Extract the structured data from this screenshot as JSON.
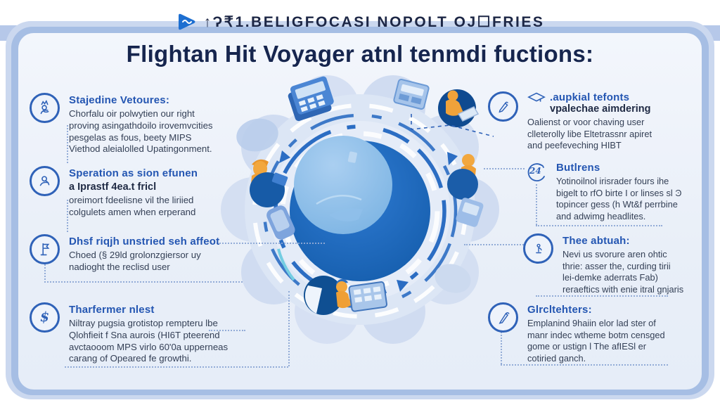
{
  "colors": {
    "accent_blue": "#2456b2",
    "navy_text": "#16254e",
    "panel_border": "#a6bee4",
    "band": "#b6c8e9",
    "dark_circle": "#1e68bd",
    "sphere": "#86bae6",
    "orange_figure": "#f0a23a",
    "icon_stroke": "#2f62b8"
  },
  "header": {
    "badge_icon": "play-icon",
    "text": "↑Ɂ₹1.BELIGFOCASI NOPOLT OJ☐FRIES"
  },
  "title": "Flightan Hit Voyager atnl tenmdi fuctions:",
  "left_items": [
    {
      "icon": "crown-person-icon",
      "title": "Stajedine Vetoures:",
      "body": "Chorfalu oir polwytien our right\nproving asingathdoilo irovemvcities\npesgelas as fous, beety MIPS\nViethod aleialolled Upatingonment."
    },
    {
      "icon": "person-doodle-icon",
      "title": "Speration as sion efunen",
      "subtitle": "a Iprastf 4ea.t fricl",
      "body": "oreimort fdeelisne vil the liriied\ncolgulets amen when erperand"
    },
    {
      "icon": "desk-figure-icon",
      "title": "Dhsf riqjh unstried seh affeot",
      "body": "Choed (§ 29ld grolonzgiersor uy\nnadioght the reclisd user"
    },
    {
      "icon": "dollar-icon",
      "glyph": "$",
      "title": "Tharfermer nlest",
      "body": "Niltray pugsia grotistop rempteru lbe\nQlohfieit f Sna aurois (HI6T pteerend\navctaooom MPS virlo 60'0a upperneas\ncarang of Opeared fe growthi."
    }
  ],
  "right_items": [
    {
      "icon": "pen-circle-icon",
      "deco_icon": "grad-cap-doodle-icon",
      "title": ".aupkial tefonts",
      "subtitle": "vpalechae aimdering",
      "body": "Oalienst or voor chaving user\nclleterolly libe Eltetrassnr apiret\nand peefeveching HIBT"
    },
    {
      "icon": "open-circle-24-icon",
      "glyph": "24",
      "title": "Butlrens",
      "body": "Yotinoilnol irisrader fours ihe\nbigelt to rfO birte I or linses sl Ͽ\ntopincer gess (h Wt&f perrbine\nand adwimg headlites."
    },
    {
      "icon": "stick-figure-circle-icon",
      "title": "Thee abtuah:",
      "body": "Nevi us svorure aren ohtic\nthrie: asser the, curding tirii\nlei-demke aderrats Fab)\nreraeftics with enie itral gnjaris"
    },
    {
      "icon": "pen-circle-icon",
      "title": "Glrcltehters:",
      "body": "Emplanind 9haiin elor lad ster of\nmanr indec wtheme botm censged\ngome or ustign l The afIESl er\ncotiried ganch."
    }
  ]
}
